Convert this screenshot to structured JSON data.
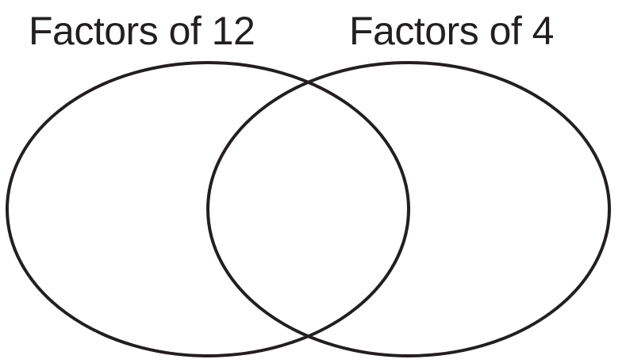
{
  "diagram": {
    "type": "venn",
    "sets": [
      {
        "label": "Factors of 12",
        "members": []
      },
      {
        "label": "Factors of 4",
        "members": []
      }
    ],
    "intersection": {
      "members": []
    },
    "stroke_color": "#231f20",
    "background_color": "#ffffff"
  }
}
